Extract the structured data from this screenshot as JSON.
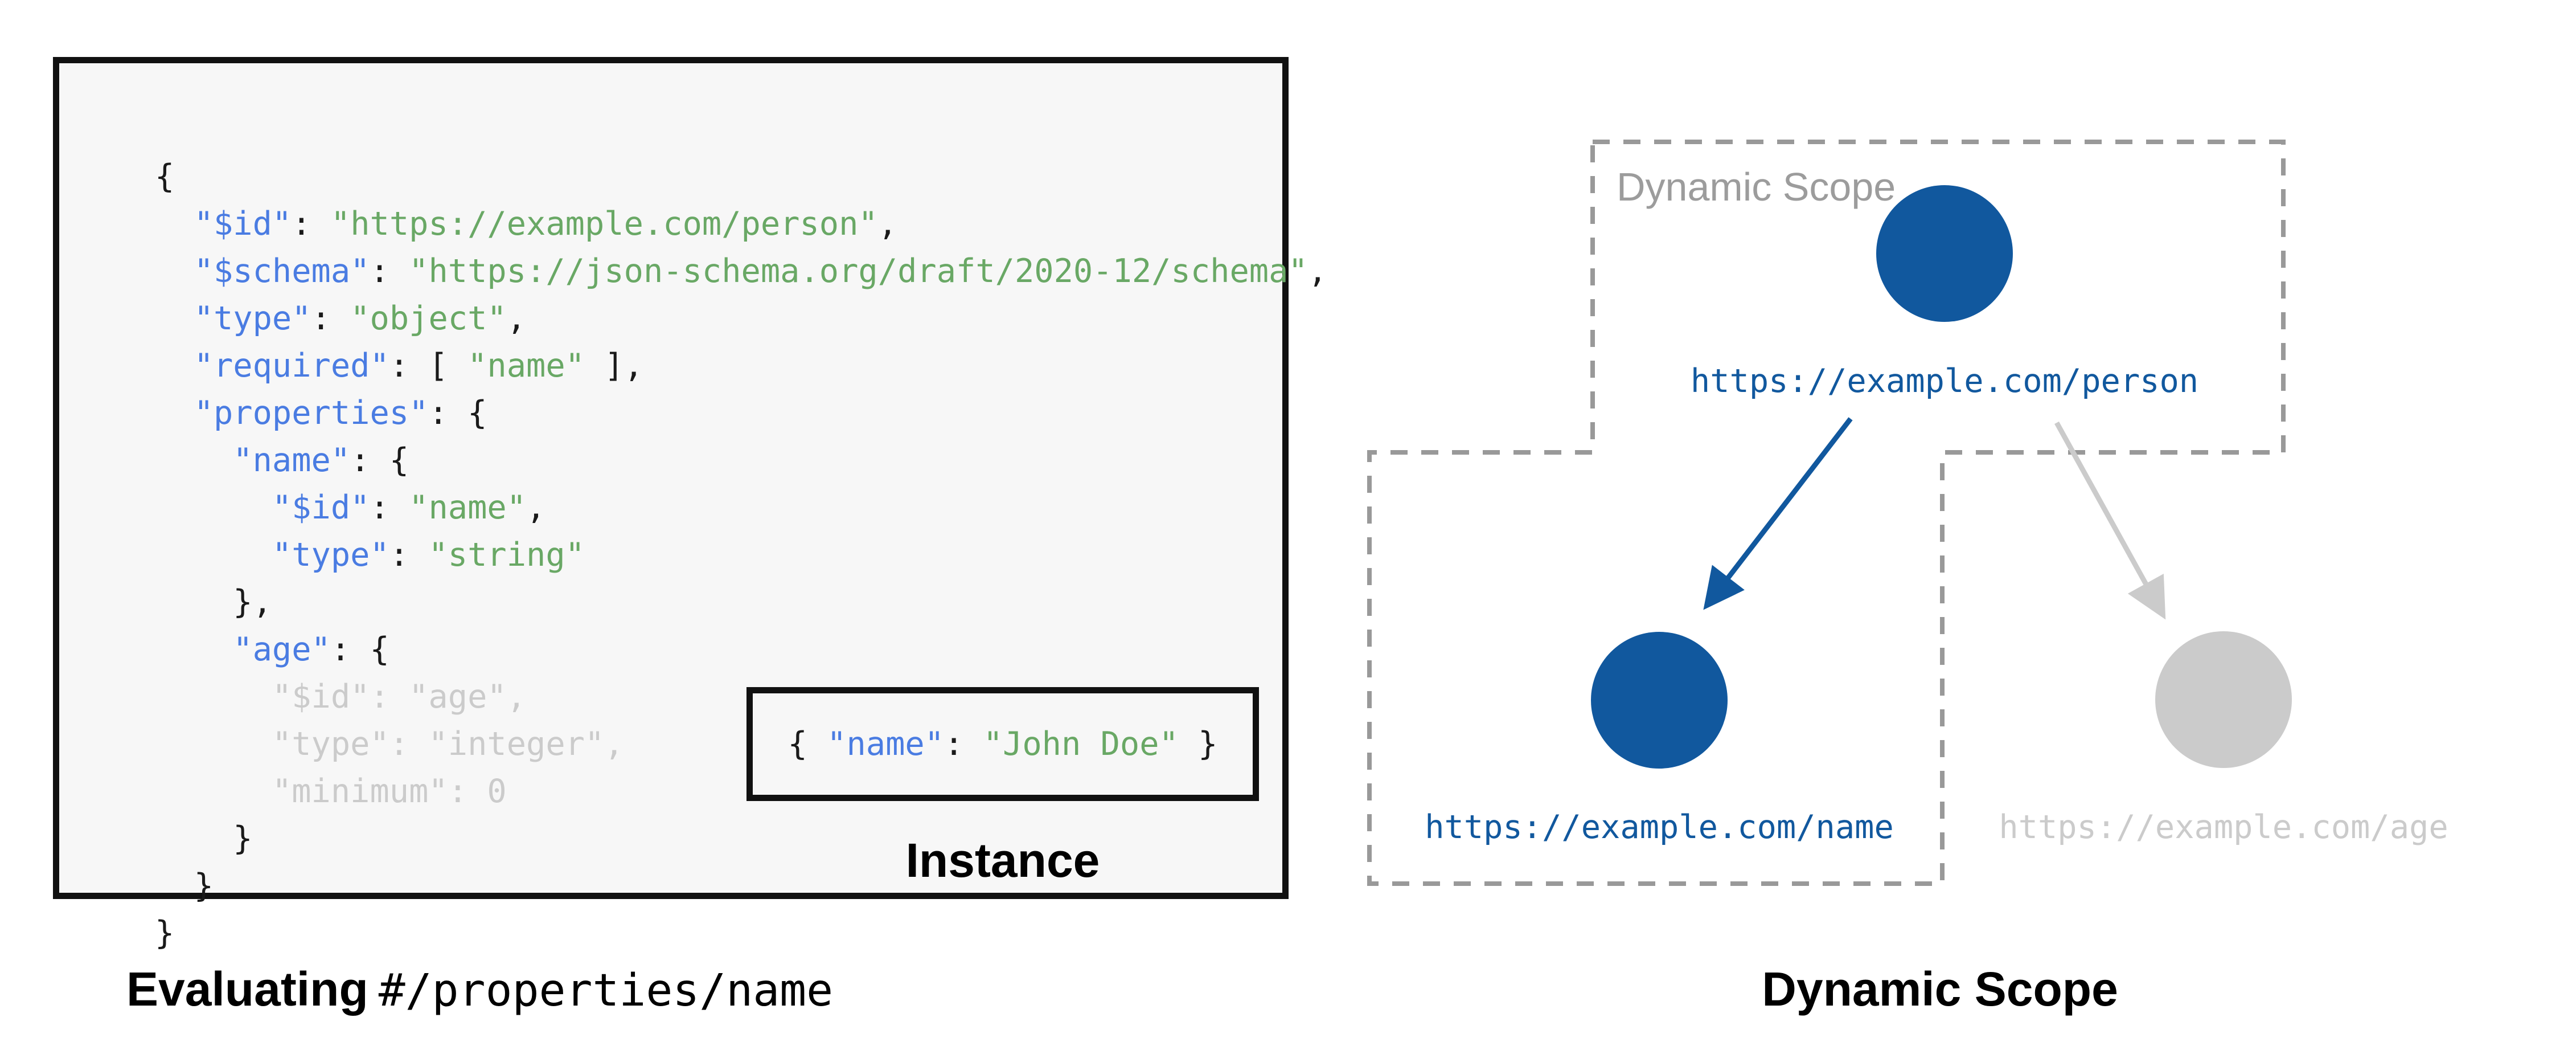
{
  "theme": {
    "accent_blue": "#11589E",
    "key_blue": "#4A7CE2",
    "string_green": "#69A865",
    "muted_gray": "#CBCBCB",
    "border_gray": "#999999",
    "scope_label_gray": "#9C9C9C",
    "panel_bg": "#F7F7F7",
    "ink": "#111111"
  },
  "schema_panel": {
    "code_lines": [
      [
        [
          "p",
          "{"
        ]
      ],
      [
        [
          "p",
          "  "
        ],
        [
          "k",
          "\"$id\""
        ],
        [
          "p",
          ": "
        ],
        [
          "s",
          "\"https://example.com/person\""
        ],
        [
          "p",
          ","
        ]
      ],
      [
        [
          "p",
          "  "
        ],
        [
          "k",
          "\"$schema\""
        ],
        [
          "p",
          ": "
        ],
        [
          "s",
          "\"https://json-schema.org/draft/2020-12/schema\""
        ],
        [
          "p",
          ","
        ]
      ],
      [
        [
          "p",
          "  "
        ],
        [
          "k",
          "\"type\""
        ],
        [
          "p",
          ": "
        ],
        [
          "s",
          "\"object\""
        ],
        [
          "p",
          ","
        ]
      ],
      [
        [
          "p",
          "  "
        ],
        [
          "k",
          "\"required\""
        ],
        [
          "p",
          ": [ "
        ],
        [
          "s",
          "\"name\""
        ],
        [
          "p",
          " ],"
        ]
      ],
      [
        [
          "p",
          "  "
        ],
        [
          "k",
          "\"properties\""
        ],
        [
          "p",
          ": {"
        ]
      ],
      [
        [
          "p",
          "    "
        ],
        [
          "k",
          "\"name\""
        ],
        [
          "p",
          ": {"
        ]
      ],
      [
        [
          "p",
          "      "
        ],
        [
          "k",
          "\"$id\""
        ],
        [
          "p",
          ": "
        ],
        [
          "s",
          "\"name\""
        ],
        [
          "p",
          ","
        ]
      ],
      [
        [
          "p",
          "      "
        ],
        [
          "k",
          "\"type\""
        ],
        [
          "p",
          ": "
        ],
        [
          "s",
          "\"string\""
        ]
      ],
      [
        [
          "p",
          "    },"
        ]
      ],
      [
        [
          "p",
          "    "
        ],
        [
          "k",
          "\"age\""
        ],
        [
          "p",
          ": {"
        ]
      ],
      [
        [
          "g",
          "      \"$id\": \"age\","
        ]
      ],
      [
        [
          "g",
          "      \"type\": \"integer\","
        ]
      ],
      [
        [
          "g",
          "      \"minimum\": 0"
        ]
      ],
      [
        [
          "p",
          "    }"
        ]
      ],
      [
        [
          "p",
          "  }"
        ]
      ],
      [
        [
          "p",
          "}"
        ]
      ]
    ]
  },
  "instance_panel": {
    "code_segments": [
      [
        "p",
        "{ "
      ],
      [
        "k",
        "\"name\""
      ],
      [
        "p",
        ": "
      ],
      [
        "s",
        "\"John Doe\""
      ],
      [
        "p",
        " }"
      ]
    ],
    "label": "Instance"
  },
  "captions": {
    "left_bold": "Evaluating",
    "left_mono": "#/properties/name",
    "right_title": "Dynamic Scope"
  },
  "scope_diagram": {
    "scope_label": "Dynamic Scope",
    "nodes": [
      {
        "id": "person",
        "label": "https://example.com/person",
        "state": "active"
      },
      {
        "id": "name",
        "label": "https://example.com/name",
        "state": "active"
      },
      {
        "id": "age",
        "label": "https://example.com/age",
        "state": "inactive"
      }
    ]
  }
}
